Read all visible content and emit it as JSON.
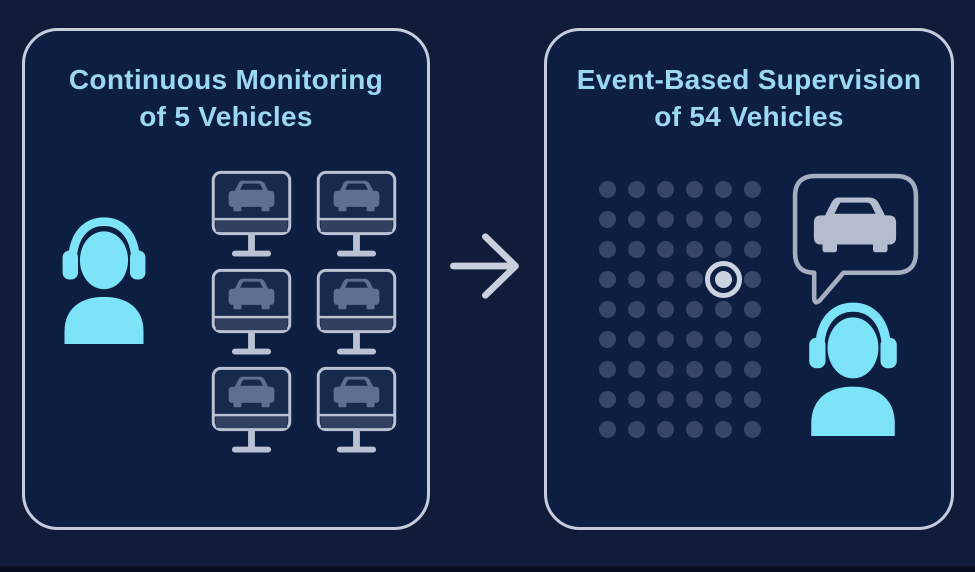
{
  "left_panel": {
    "title_line1": "Continuous Monitoring",
    "title_line2": "of 5 Vehicles",
    "operator_icon": "person-with-headset-icon",
    "monitors": {
      "count": 6,
      "columns": 2,
      "rows": 3,
      "screen_icon": "car-front-icon"
    }
  },
  "transition": {
    "icon": "right-arrow-icon"
  },
  "right_panel": {
    "title_line1": "Event-Based Supervision",
    "title_line2": "of 54 Vehicles",
    "dot_grid": {
      "rows": 9,
      "columns": 6,
      "total_dots": 54,
      "dot_meaning": "vehicle",
      "highlighted": {
        "row": 4,
        "column": 5,
        "meaning": "vehicle-event-alert"
      }
    },
    "alert_icon": "speech-bubble-with-car-icon",
    "operator_icon": "person-with-headset-icon"
  },
  "colors": {
    "background": "#101C38",
    "panel_bg": "#0C1E41",
    "panel_border": "#C6CCDC",
    "title_text": "#9BD8F2",
    "cyan_icon": "#7CE3F8",
    "monitor_outline": "#B9C1D3",
    "screen_fill": "#17294C",
    "chin_fill": "#31405F",
    "car_on_screen": "#5E7090",
    "bubble_outline": "#A6AFC2",
    "bubble_car": "#B4BCCE",
    "dot": "#36466A",
    "highlight_ring": "#CCD3E0",
    "arrow": "#C9CFDC",
    "bottom_strip": "#060E20"
  }
}
